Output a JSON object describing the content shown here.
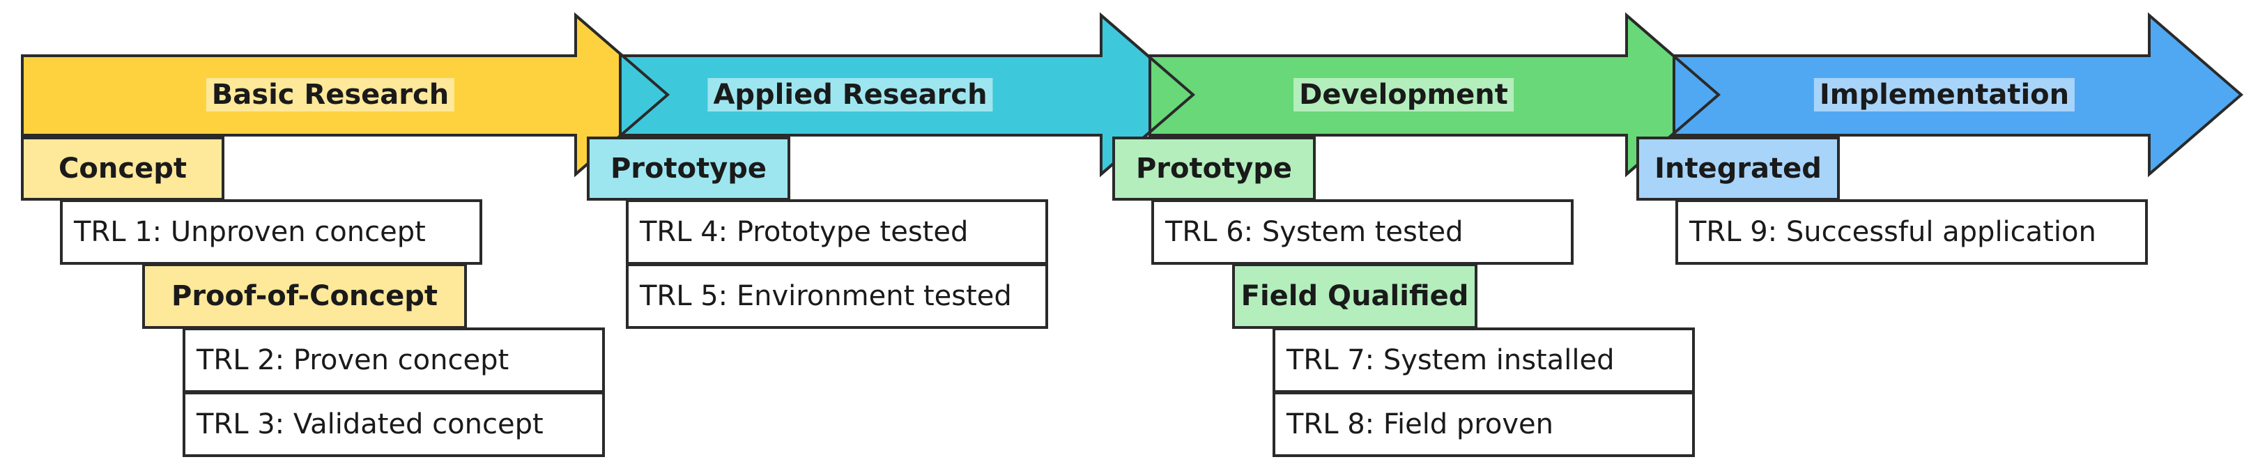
{
  "phases": [
    {
      "label": "Basic Research",
      "color": "#FDD23E",
      "label_bg": "#FEE89A"
    },
    {
      "label": "Applied Research",
      "color": "#3EC8DC",
      "label_bg": "#9DE6EF"
    },
    {
      "label": "Development",
      "color": "#68D878",
      "label_bg": "#B3EEBC"
    },
    {
      "label": "Implementation",
      "color": "#50A8F2",
      "label_bg": "#A8D4FA"
    }
  ],
  "stages": [
    {
      "label": "Concept",
      "color": "#FEE89A"
    },
    {
      "label": "Proof-of-Concept",
      "color": "#FEE89A"
    },
    {
      "label": "Prototype",
      "color": "#9DE6EF"
    },
    {
      "label": "Prototype",
      "color": "#B3EEBC"
    },
    {
      "label": "Field Qualified",
      "color": "#B3EEBC"
    },
    {
      "label": "Integrated",
      "color": "#A8D4FA"
    }
  ],
  "trl": [
    "TRL 1: Unproven concept",
    "TRL 2: Proven concept",
    "TRL 3: Validated concept",
    "TRL 4: Prototype tested",
    "TRL 5: Environment tested",
    "TRL 6: System tested",
    "TRL 7: System installed",
    "TRL 8: Field proven",
    "TRL 9: Successful application"
  ]
}
